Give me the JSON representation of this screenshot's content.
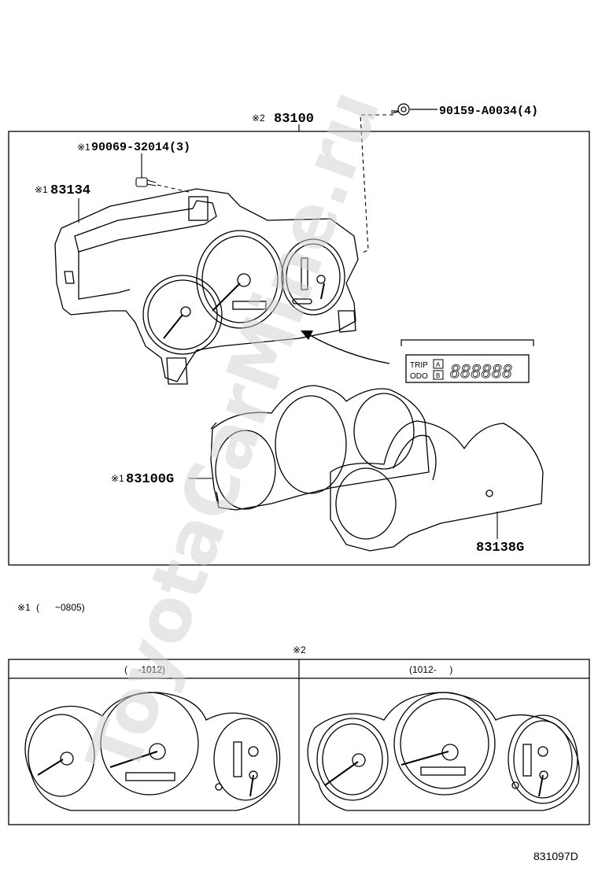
{
  "callouts": {
    "assembly_note_mark": "※2",
    "assembly_part": "83100",
    "screw_part": "90159-A0034(4)",
    "screw1_note_mark": "※1",
    "screw1_part": "90069-32014(3)",
    "housing_note_mark": "※1",
    "housing_part": "83134",
    "lens_note_mark": "※1",
    "lens_part": "83100G",
    "cover_part": "83138G"
  },
  "odometer_inset": {
    "trip_label": "TRIP",
    "odo_label": "ODO",
    "button_a": "A",
    "button_b": "B",
    "digits": "888888"
  },
  "footnote": {
    "mark": "※1",
    "range": "(      ~0805)"
  },
  "variants": {
    "note_mark": "※2",
    "left_header": "(    -1012)",
    "right_header": "(1012-     )"
  },
  "watermark": "ToyotaCarMine.ru",
  "diagram_code": "831097D"
}
